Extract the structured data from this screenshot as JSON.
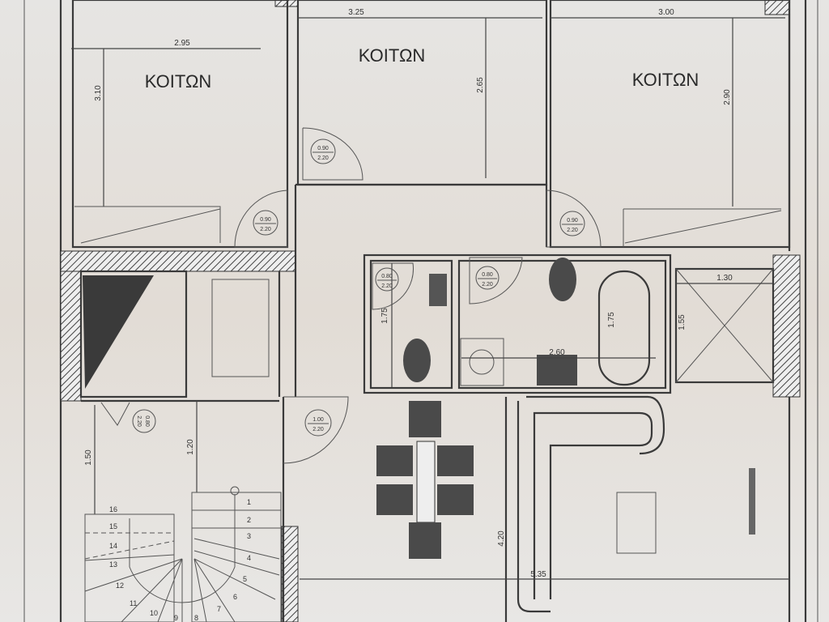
{
  "rooms": {
    "bedroom_left": "ΚΟΙΤΩΝ",
    "bedroom_middle": "ΚΟΙΤΩΝ",
    "bedroom_right": "ΚΟΙΤΩΝ"
  },
  "dimensions": {
    "left_width": "2.95",
    "left_depth": "3.10",
    "middle_width": "3.25",
    "middle_depth": "2.65",
    "right_width": "3.00",
    "right_depth": "2.90",
    "wc_depth": "1.75",
    "bath_width": "2.60",
    "tub_depth": "1.75",
    "shower_side": "1.55",
    "shower_width": "1.30",
    "hall_depth": "1.20",
    "stair_landing": "1.50",
    "living_depth": "4.20",
    "living_width": "5.35"
  },
  "doors": [
    {
      "w": "0.90",
      "h": "2.20"
    },
    {
      "w": "0.90",
      "h": "2.20"
    },
    {
      "w": "0.90",
      "h": "2.20"
    },
    {
      "w": "0.80",
      "h": "2.20"
    },
    {
      "w": "0.80",
      "h": "2.20"
    },
    {
      "w": "1.00",
      "h": "2.20"
    },
    {
      "w": "0.80",
      "h": "2.20"
    }
  ],
  "stairs": [
    "1",
    "2",
    "3",
    "4",
    "5",
    "6",
    "7",
    "8",
    "9",
    "10",
    "11",
    "12",
    "13",
    "14",
    "15",
    "16"
  ],
  "colors": {
    "paper": "#e9e7e4",
    "line": "#3a3a3a",
    "hatch": "#555555"
  }
}
